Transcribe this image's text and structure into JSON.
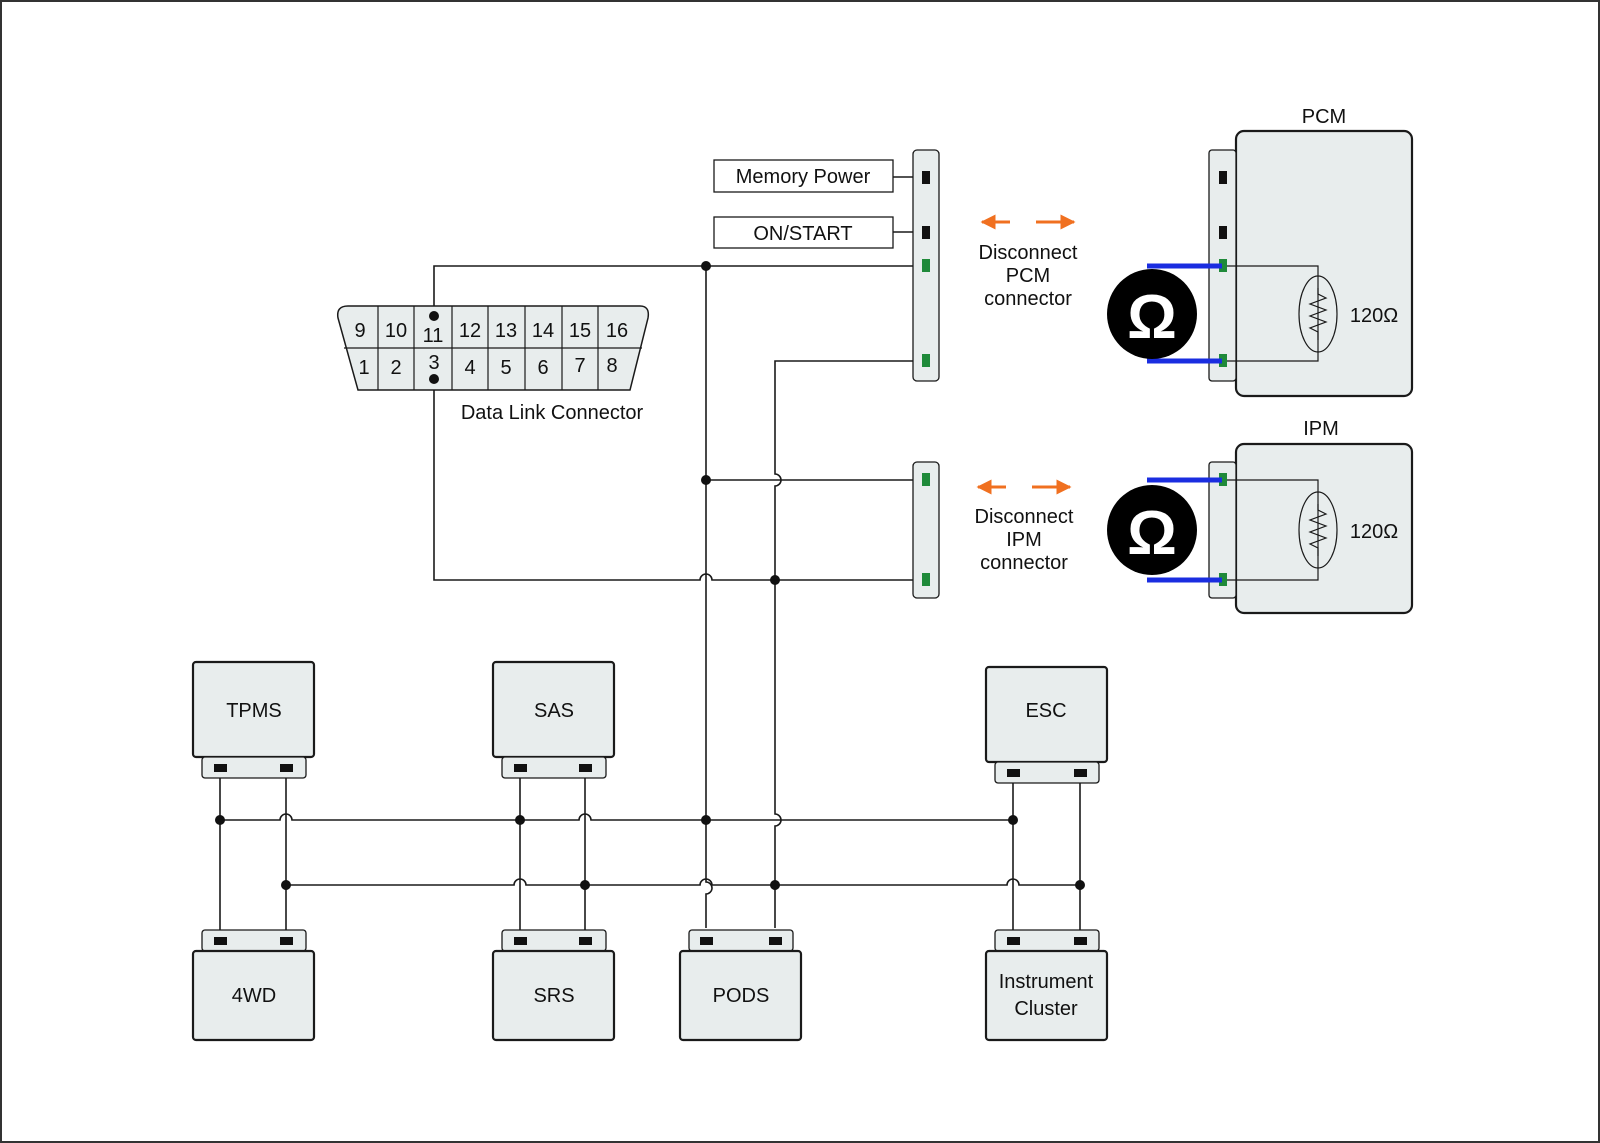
{
  "colors": {
    "module_fill": "#e8eded",
    "line": "#1a1a1a",
    "can_pin": "#1f8a3a",
    "arrow": "#f07020",
    "probe_wire": "#1a2de0",
    "meter": "#000000"
  },
  "dlc": {
    "label": "Data Link Connector",
    "top_pins": [
      "9",
      "10",
      "11",
      "12",
      "13",
      "14",
      "15",
      "16"
    ],
    "bottom_pins": [
      "1",
      "2",
      "3",
      "4",
      "5",
      "6",
      "7",
      "8"
    ]
  },
  "power": {
    "memory": "Memory Power",
    "on_start": "ON/START"
  },
  "pcm": {
    "title": "PCM",
    "resistor": "120Ω",
    "action": [
      "Disconnect",
      "PCM",
      "connector"
    ],
    "meter_icon": "ohmmeter-icon",
    "meter_symbol": "Ω"
  },
  "ipm": {
    "title": "IPM",
    "resistor": "120Ω",
    "action": [
      "Disconnect",
      "IPM",
      "connector"
    ],
    "meter_icon": "ohmmeter-icon",
    "meter_symbol": "Ω"
  },
  "modules": {
    "tpms": "TPMS",
    "sas": "SAS",
    "esc": "ESC",
    "wd4": "4WD",
    "srs": "SRS",
    "pods": "PODS",
    "cluster": [
      "Instrument",
      "Cluster"
    ]
  }
}
